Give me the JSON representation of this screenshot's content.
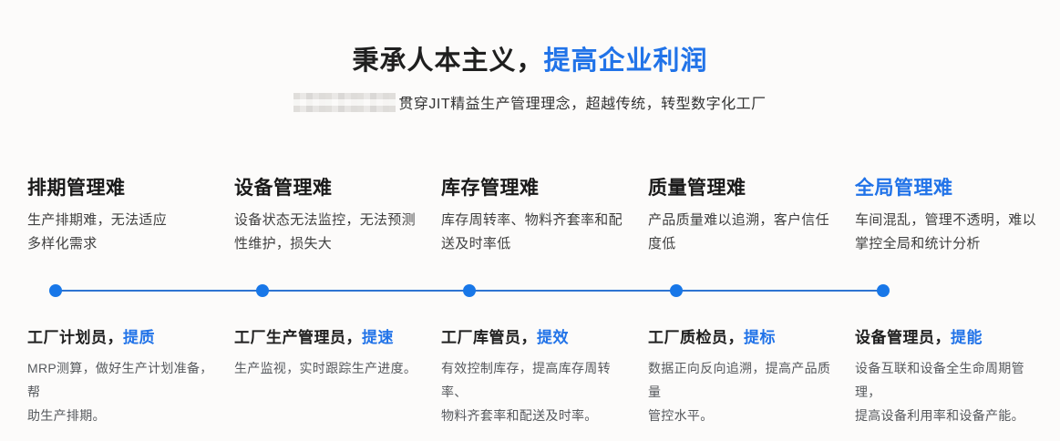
{
  "colors": {
    "accent_blue": "#2173e8",
    "timeline_dot": "#1877e8",
    "timeline_line": "#2e74d2",
    "background": "#fcfbfa"
  },
  "header": {
    "title_black": "秉承人本主义，",
    "title_blue": "提高企业利润",
    "subtitle_redacted_logo": "brand-name-pixelated",
    "subtitle": "贯穿JIT精益生产管理理念，超越传统，转型数字化工厂"
  },
  "pain_points": [
    {
      "title": "排期管理难",
      "accent": false,
      "desc": "生产排期难，无法适应\n多样化需求"
    },
    {
      "title": "设备管理难",
      "accent": false,
      "desc": "设备状态无法监控，无法预测\n性维护，损失大"
    },
    {
      "title": "库存管理难",
      "accent": false,
      "desc": "库存周转率、物料齐套率和配\n送及时率低"
    },
    {
      "title": "质量管理难",
      "accent": false,
      "desc": "产品质量难以追溯，客户信任\n度低"
    },
    {
      "title": "全局管理难",
      "accent": true,
      "desc": "车间混乱，管理不透明，难以\n掌控全局和统计分析"
    }
  ],
  "timeline": {
    "dot_count": 5
  },
  "roles": [
    {
      "name": "工厂计划员，",
      "tag": "提质",
      "desc": "MRP测算，做好生产计划准备，帮\n助生产排期。"
    },
    {
      "name": "工厂生产管理员，",
      "tag": "提速",
      "desc": "生产监视，实时跟踪生产进度。"
    },
    {
      "name": "工厂库管员，",
      "tag": "提效",
      "desc": "有效控制库存，提高库存周转率、\n物料齐套率和配送及时率。"
    },
    {
      "name": "工厂质检员，",
      "tag": "提标",
      "desc": "数据正向反向追溯，提高产品质量\n管控水平。"
    },
    {
      "name": "设备管理员，",
      "tag": "提能",
      "desc": "设备互联和设备全生命周期管理，\n提高设备利用率和设备产能。"
    }
  ]
}
